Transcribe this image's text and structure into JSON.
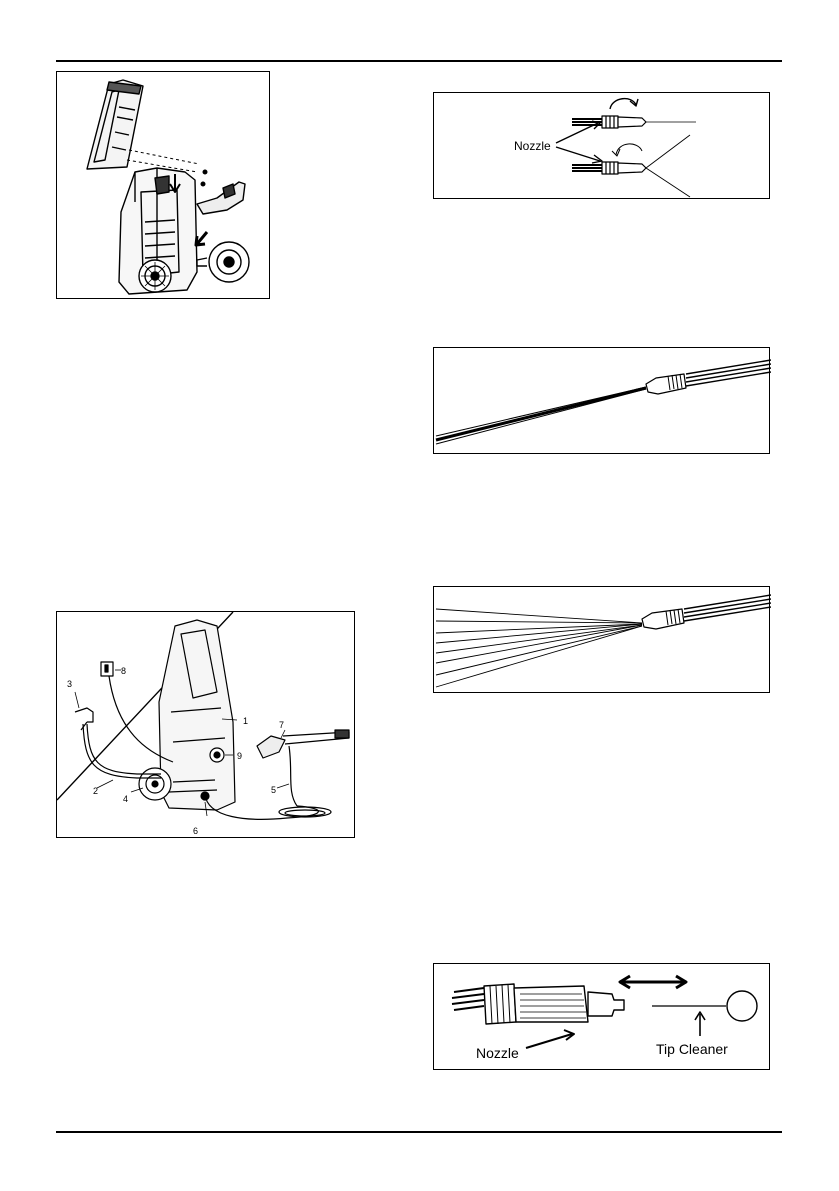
{
  "figures": {
    "assembly": {},
    "connection": {
      "callouts": [
        "1",
        "2",
        "3",
        "4",
        "5",
        "6",
        "7",
        "8",
        "9"
      ]
    },
    "nozzle_adjust": {
      "nozzle_label": "Nozzle"
    },
    "narrow_jet": {},
    "fan_spray": {},
    "tip_cleaning": {
      "nozzle_label": "Nozzle",
      "tip_cleaner_label": "Tip Cleaner"
    }
  },
  "colors": {
    "line": "#000000",
    "background": "#ffffff"
  }
}
